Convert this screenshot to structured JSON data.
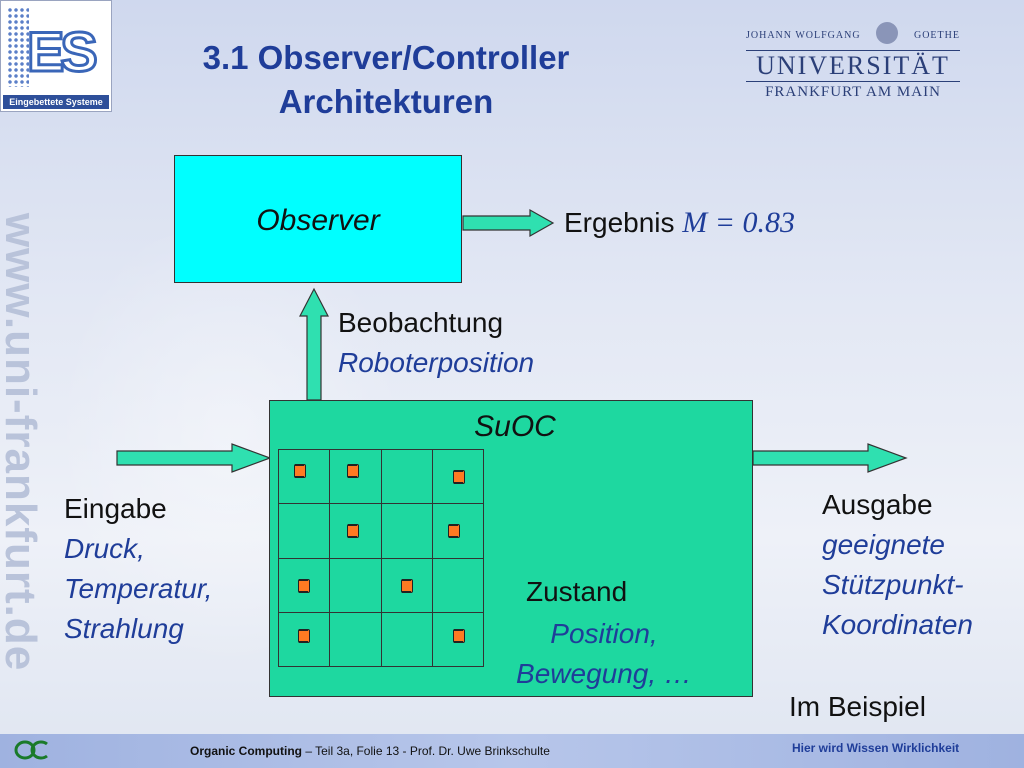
{
  "title": "3.1 Observer/Controller\nArchitekturen",
  "logo": {
    "letters": "ES",
    "caption": "Eingebettete Systeme"
  },
  "university": {
    "line1_left": "JOHANN WOLFGANG",
    "line1_right": "GOETHE",
    "name": "UNIVERSITÄT",
    "city": "FRANKFURT AM MAIN"
  },
  "watermark": "www.uni-frankfurt.de",
  "observer_label": "Observer",
  "ergebnis": {
    "label": "Ergebnis",
    "formula": "M = 0.83"
  },
  "beobachtung": {
    "label": "Beobachtung",
    "value": "Roboterposition"
  },
  "suoc_label": "SuOC",
  "eingabe": {
    "label": "Eingabe",
    "items": [
      "Druck,",
      "Temperatur,",
      "Strahlung"
    ]
  },
  "ausgabe": {
    "label": "Ausgabe",
    "items": [
      "geeignete",
      "Stützpunkt-",
      "Koordinaten"
    ]
  },
  "zustand": {
    "label": "Zustand",
    "items": [
      "Position,",
      "Bewegung, …"
    ]
  },
  "im_beispiel": "Im Beispiel",
  "footer": {
    "course": "Organic Computing",
    "info": " – Teil 3a, Folie 13 -  Prof. Dr. Uwe Brinkschulte",
    "slogan": "Hier wird Wissen Wirklichkeit"
  },
  "colors": {
    "observer": "#00ffff",
    "suoc": "#1ed8a0",
    "arrow": "#2fe0b0",
    "robot": "#ff7a22",
    "title": "#1f3d99"
  }
}
